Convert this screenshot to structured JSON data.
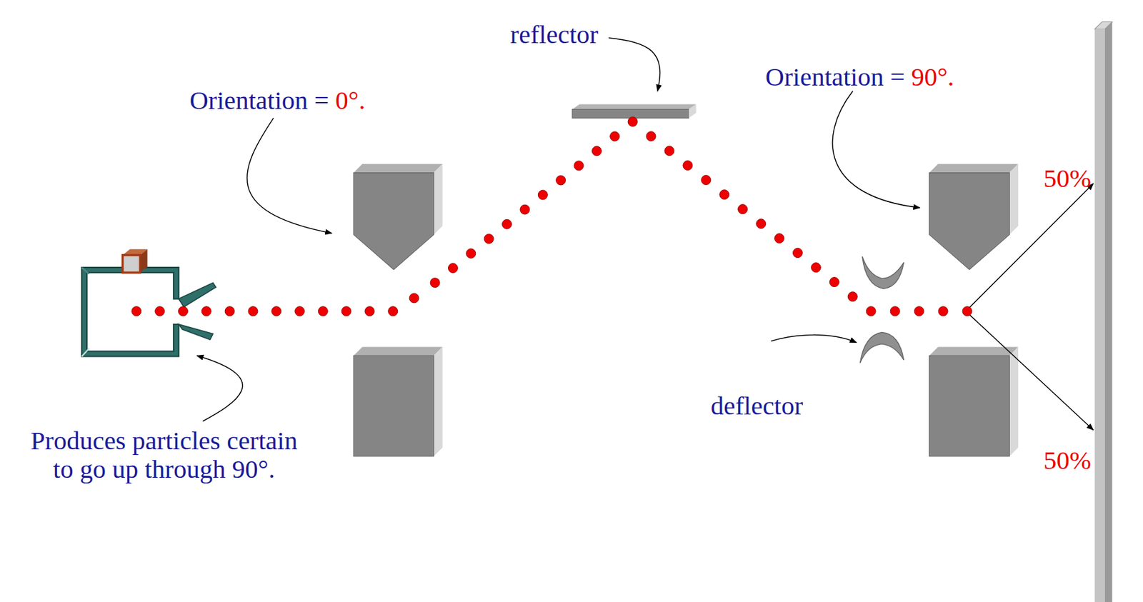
{
  "diagram": {
    "labels": [
      "reflector",
      "Orientation =",
      "0°.",
      "Orientation =",
      "90°.",
      "deflector",
      "Produces particles certain to go up through 90°.",
      "50%",
      "50%"
    ]
  }
}
